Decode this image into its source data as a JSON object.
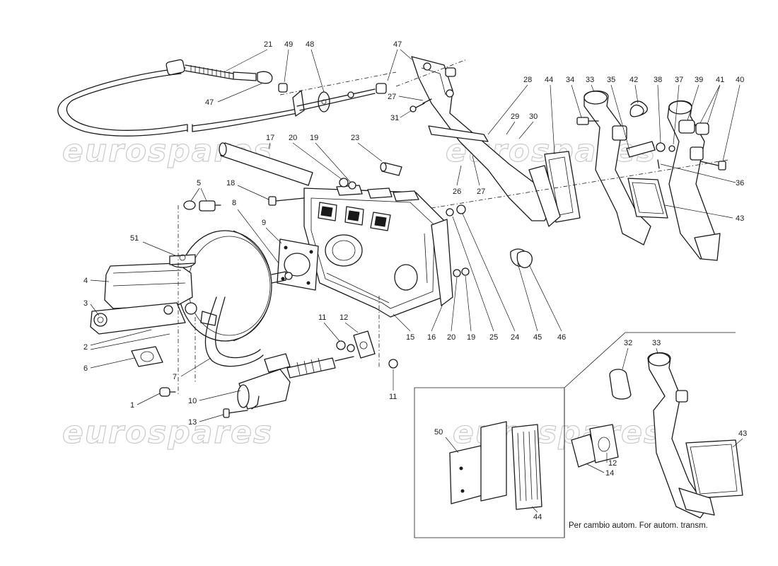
{
  "watermark": "eurospares",
  "inset_note": "Per cambio autom. For autom. transm.",
  "callouts": [
    {
      "id": "c21",
      "text": "21"
    },
    {
      "id": "c49",
      "text": "49"
    },
    {
      "id": "c48",
      "text": "48"
    },
    {
      "id": "c47a",
      "text": "47"
    },
    {
      "id": "c47b",
      "text": "47"
    },
    {
      "id": "c27a",
      "text": "27"
    },
    {
      "id": "c31",
      "text": "31"
    },
    {
      "id": "c28",
      "text": "28"
    },
    {
      "id": "c44a",
      "text": "44"
    },
    {
      "id": "c34",
      "text": "34"
    },
    {
      "id": "c33a",
      "text": "33"
    },
    {
      "id": "c35",
      "text": "35"
    },
    {
      "id": "c42",
      "text": "42"
    },
    {
      "id": "c38",
      "text": "38"
    },
    {
      "id": "c37",
      "text": "37"
    },
    {
      "id": "c39",
      "text": "39"
    },
    {
      "id": "c41",
      "text": "41"
    },
    {
      "id": "c40",
      "text": "40"
    },
    {
      "id": "c29",
      "text": "29"
    },
    {
      "id": "c30",
      "text": "30"
    },
    {
      "id": "c17",
      "text": "17"
    },
    {
      "id": "c20a",
      "text": "20"
    },
    {
      "id": "c19a",
      "text": "19"
    },
    {
      "id": "c23",
      "text": "23"
    },
    {
      "id": "c26",
      "text": "26"
    },
    {
      "id": "c27b",
      "text": "27"
    },
    {
      "id": "c36",
      "text": "36"
    },
    {
      "id": "c43a",
      "text": "43"
    },
    {
      "id": "c18",
      "text": "18"
    },
    {
      "id": "c5",
      "text": "5"
    },
    {
      "id": "c8",
      "text": "8"
    },
    {
      "id": "c9",
      "text": "9"
    },
    {
      "id": "c51",
      "text": "51"
    },
    {
      "id": "c4",
      "text": "4"
    },
    {
      "id": "c3",
      "text": "3"
    },
    {
      "id": "c2",
      "text": "2"
    },
    {
      "id": "c6",
      "text": "6"
    },
    {
      "id": "c7",
      "text": "7"
    },
    {
      "id": "c1",
      "text": "1"
    },
    {
      "id": "c10",
      "text": "10"
    },
    {
      "id": "c13",
      "text": "13"
    },
    {
      "id": "c11a",
      "text": "11"
    },
    {
      "id": "c12a",
      "text": "12"
    },
    {
      "id": "c11b",
      "text": "11"
    },
    {
      "id": "c15",
      "text": "15"
    },
    {
      "id": "c16",
      "text": "16"
    },
    {
      "id": "c20b",
      "text": "20"
    },
    {
      "id": "c19b",
      "text": "19"
    },
    {
      "id": "c25",
      "text": "25"
    },
    {
      "id": "c24",
      "text": "24"
    },
    {
      "id": "c45",
      "text": "45"
    },
    {
      "id": "c46",
      "text": "46"
    },
    {
      "id": "c32",
      "text": "32"
    },
    {
      "id": "c33b",
      "text": "33"
    },
    {
      "id": "c43b",
      "text": "43"
    },
    {
      "id": "c50",
      "text": "50"
    },
    {
      "id": "c44b",
      "text": "44"
    },
    {
      "id": "c14",
      "text": "14"
    },
    {
      "id": "c12b",
      "text": "12"
    }
  ]
}
